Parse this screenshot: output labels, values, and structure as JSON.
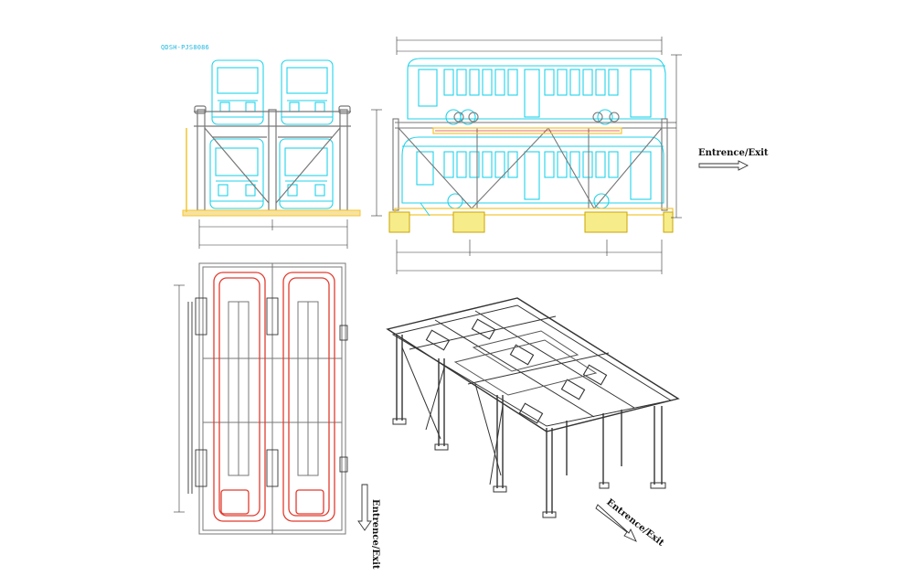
{
  "drawing": {
    "model_label": "QDSH-PJS8086",
    "entrance_exit_side": "Entrence/Exit",
    "entrance_exit_plan": "Entrence/Exit",
    "entrance_exit_iso": "Entrence/Exit"
  },
  "colors": {
    "bus_outline": "#1fd3ea",
    "frame": "#7a7a7a",
    "base_yellow": "#f4c430",
    "footing_fill": "#f7ec8a",
    "plan_red": "#e23b2e",
    "ink": "#222222"
  },
  "views": [
    "front-elevation",
    "side-elevation",
    "plan-view",
    "isometric-view"
  ]
}
